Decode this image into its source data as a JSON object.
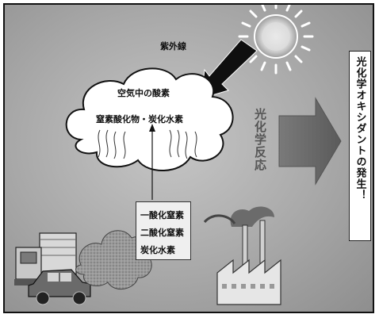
{
  "uv_label": "紫外線",
  "cloud": {
    "top_text": "空気中の酸素",
    "bottom_text": "窒素酸化物・炭化水素"
  },
  "photochemical_reaction": "光化学反応",
  "pollutants": [
    "一酸化窒素",
    "二酸化窒素",
    "炭化水素"
  ],
  "result": "光化学オキシダントの発生！"
}
